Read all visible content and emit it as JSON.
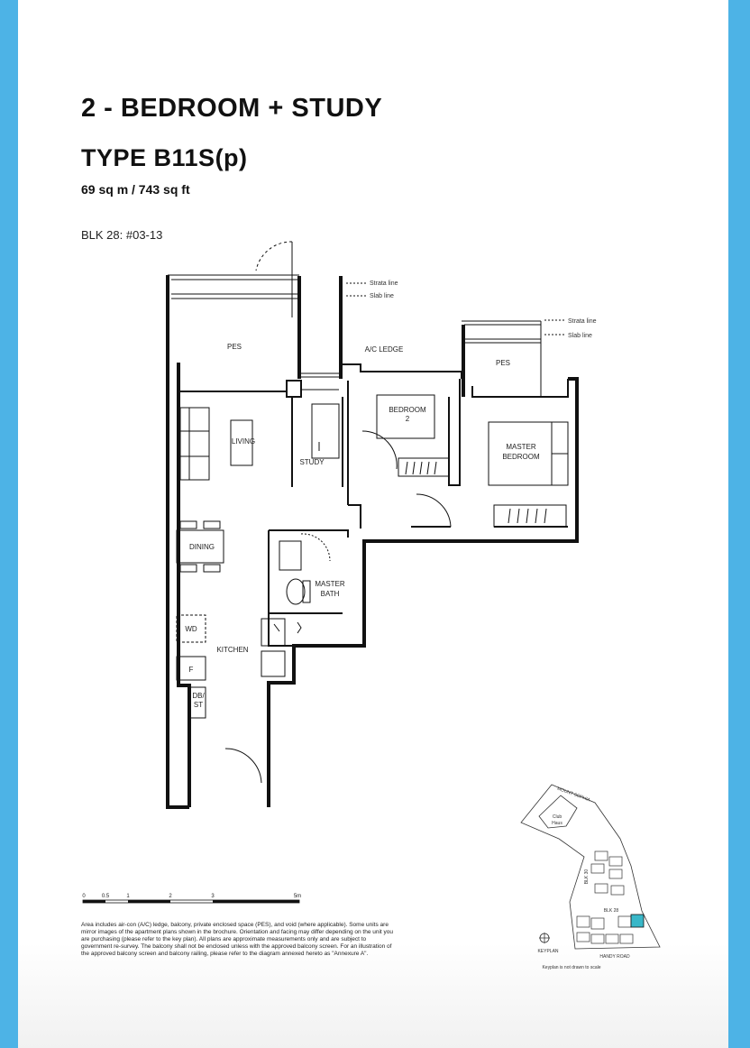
{
  "header": {
    "title": "2 - BEDROOM + STUDY",
    "type": "TYPE B11S(p)",
    "area": "69 sq m / 743 sq ft",
    "block_unit": "BLK 28: #03-13"
  },
  "floor_plan": {
    "room_labels": {
      "pes_left": "PES",
      "ac_ledge": "A/C LEDGE",
      "pes_right": "PES",
      "bedroom2": "BEDROOM",
      "bedroom2_num": "2",
      "master_bedroom_1": "MASTER",
      "master_bedroom_2": "BEDROOM",
      "living": "LIVING",
      "study": "STUDY",
      "dining": "DINING",
      "master_bath_1": "MASTER",
      "master_bath_2": "BATH",
      "kitchen": "KITCHEN",
      "wd": "WD",
      "fridge": "F",
      "db_1": "DB/",
      "db_2": "ST"
    },
    "annotations": {
      "strata_line_1": "Strata line",
      "slab_line_1": "Slab line",
      "strata_line_2": "Strata line",
      "slab_line_2": "Slab line"
    }
  },
  "scale_bar": {
    "ticks": [
      "0",
      "0.5",
      "1",
      "2",
      "3",
      "5m"
    ]
  },
  "keyplan": {
    "road_top": "MOUNT SOPHIA",
    "clubhouse_1": "Club",
    "clubhouse_2": "Haus",
    "blk30": "BLK 30",
    "blk28": "BLK 28",
    "road_bottom": "HANDY ROAD",
    "label": "KEYPLAN",
    "note": "Keyplan is not drawn to scale",
    "highlight_color": "#39b7c8"
  },
  "disclaimer": "Area includes air-con (A/C) ledge, balcony, private enclosed space (PES), and void (where applicable). Some units are mirror images of the apartment plans shown in the brochure. Orientation and facing may differ depending on the unit you are purchasing (please refer to the key plan). All plans are approximate measurements only and are subject to government re-survey. The balcony shall not be enclosed unless with the approved balcony screen. For an illustration of the approved balcony screen and balcony railing, please refer to the diagram annexed hereto as \"Annexure A\".",
  "colors": {
    "side_bar": "#4db3e6",
    "wall": "#111111",
    "highlight": "#39b7c8"
  }
}
